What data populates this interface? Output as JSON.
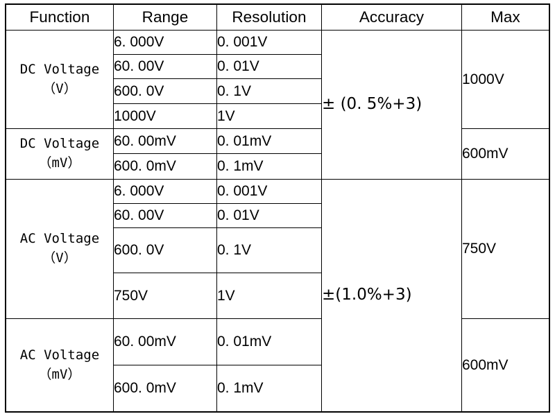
{
  "table": {
    "headers": [
      {
        "key": "function",
        "label": "Function"
      },
      {
        "key": "range",
        "label": "Range"
      },
      {
        "key": "resolution",
        "label": "Resolution"
      },
      {
        "key": "accuracy",
        "label": "Accuracy"
      },
      {
        "key": "max",
        "label": "Max"
      }
    ],
    "groups": [
      {
        "id": "dc-voltage-v",
        "function": "DC Voltage\n（V）",
        "accuracy": "± (0. 5%+3)",
        "max": "1000V",
        "rows": [
          {
            "range": "6. 000V",
            "resolution": "0. 001V"
          },
          {
            "range": "60. 00V",
            "resolution": "0. 01V"
          },
          {
            "range": "600. 0V",
            "resolution": "0. 1V"
          },
          {
            "range": "1000V",
            "resolution": "1V"
          }
        ]
      },
      {
        "id": "dc-voltage-mv",
        "function": "DC Voltage\n（mV）",
        "accuracy": "",
        "max": "600mV",
        "rows": [
          {
            "range": "60. 00mV",
            "resolution": "0. 01mV"
          },
          {
            "range": "600. 0mV",
            "resolution": "0. 1mV"
          }
        ]
      },
      {
        "id": "ac-voltage-v",
        "function": "AC Voltage\n（V）",
        "accuracy": "±(1.0%+3)",
        "max": "750V",
        "rows": [
          {
            "range": "6. 000V",
            "resolution": "0. 001V"
          },
          {
            "range": "60. 00V",
            "resolution": "0. 01V"
          },
          {
            "range": "600. 0V",
            "resolution": "0. 1V"
          },
          {
            "range": "750V",
            "resolution": "1V"
          }
        ]
      },
      {
        "id": "ac-voltage-mv",
        "function": "AC Voltage\n（mV）",
        "accuracy": "",
        "max": "600mV",
        "rows": [
          {
            "range": "60. 00mV",
            "resolution": "0. 01mV"
          },
          {
            "range": "600. 0mV",
            "resolution": "0. 1mV"
          }
        ]
      }
    ]
  }
}
